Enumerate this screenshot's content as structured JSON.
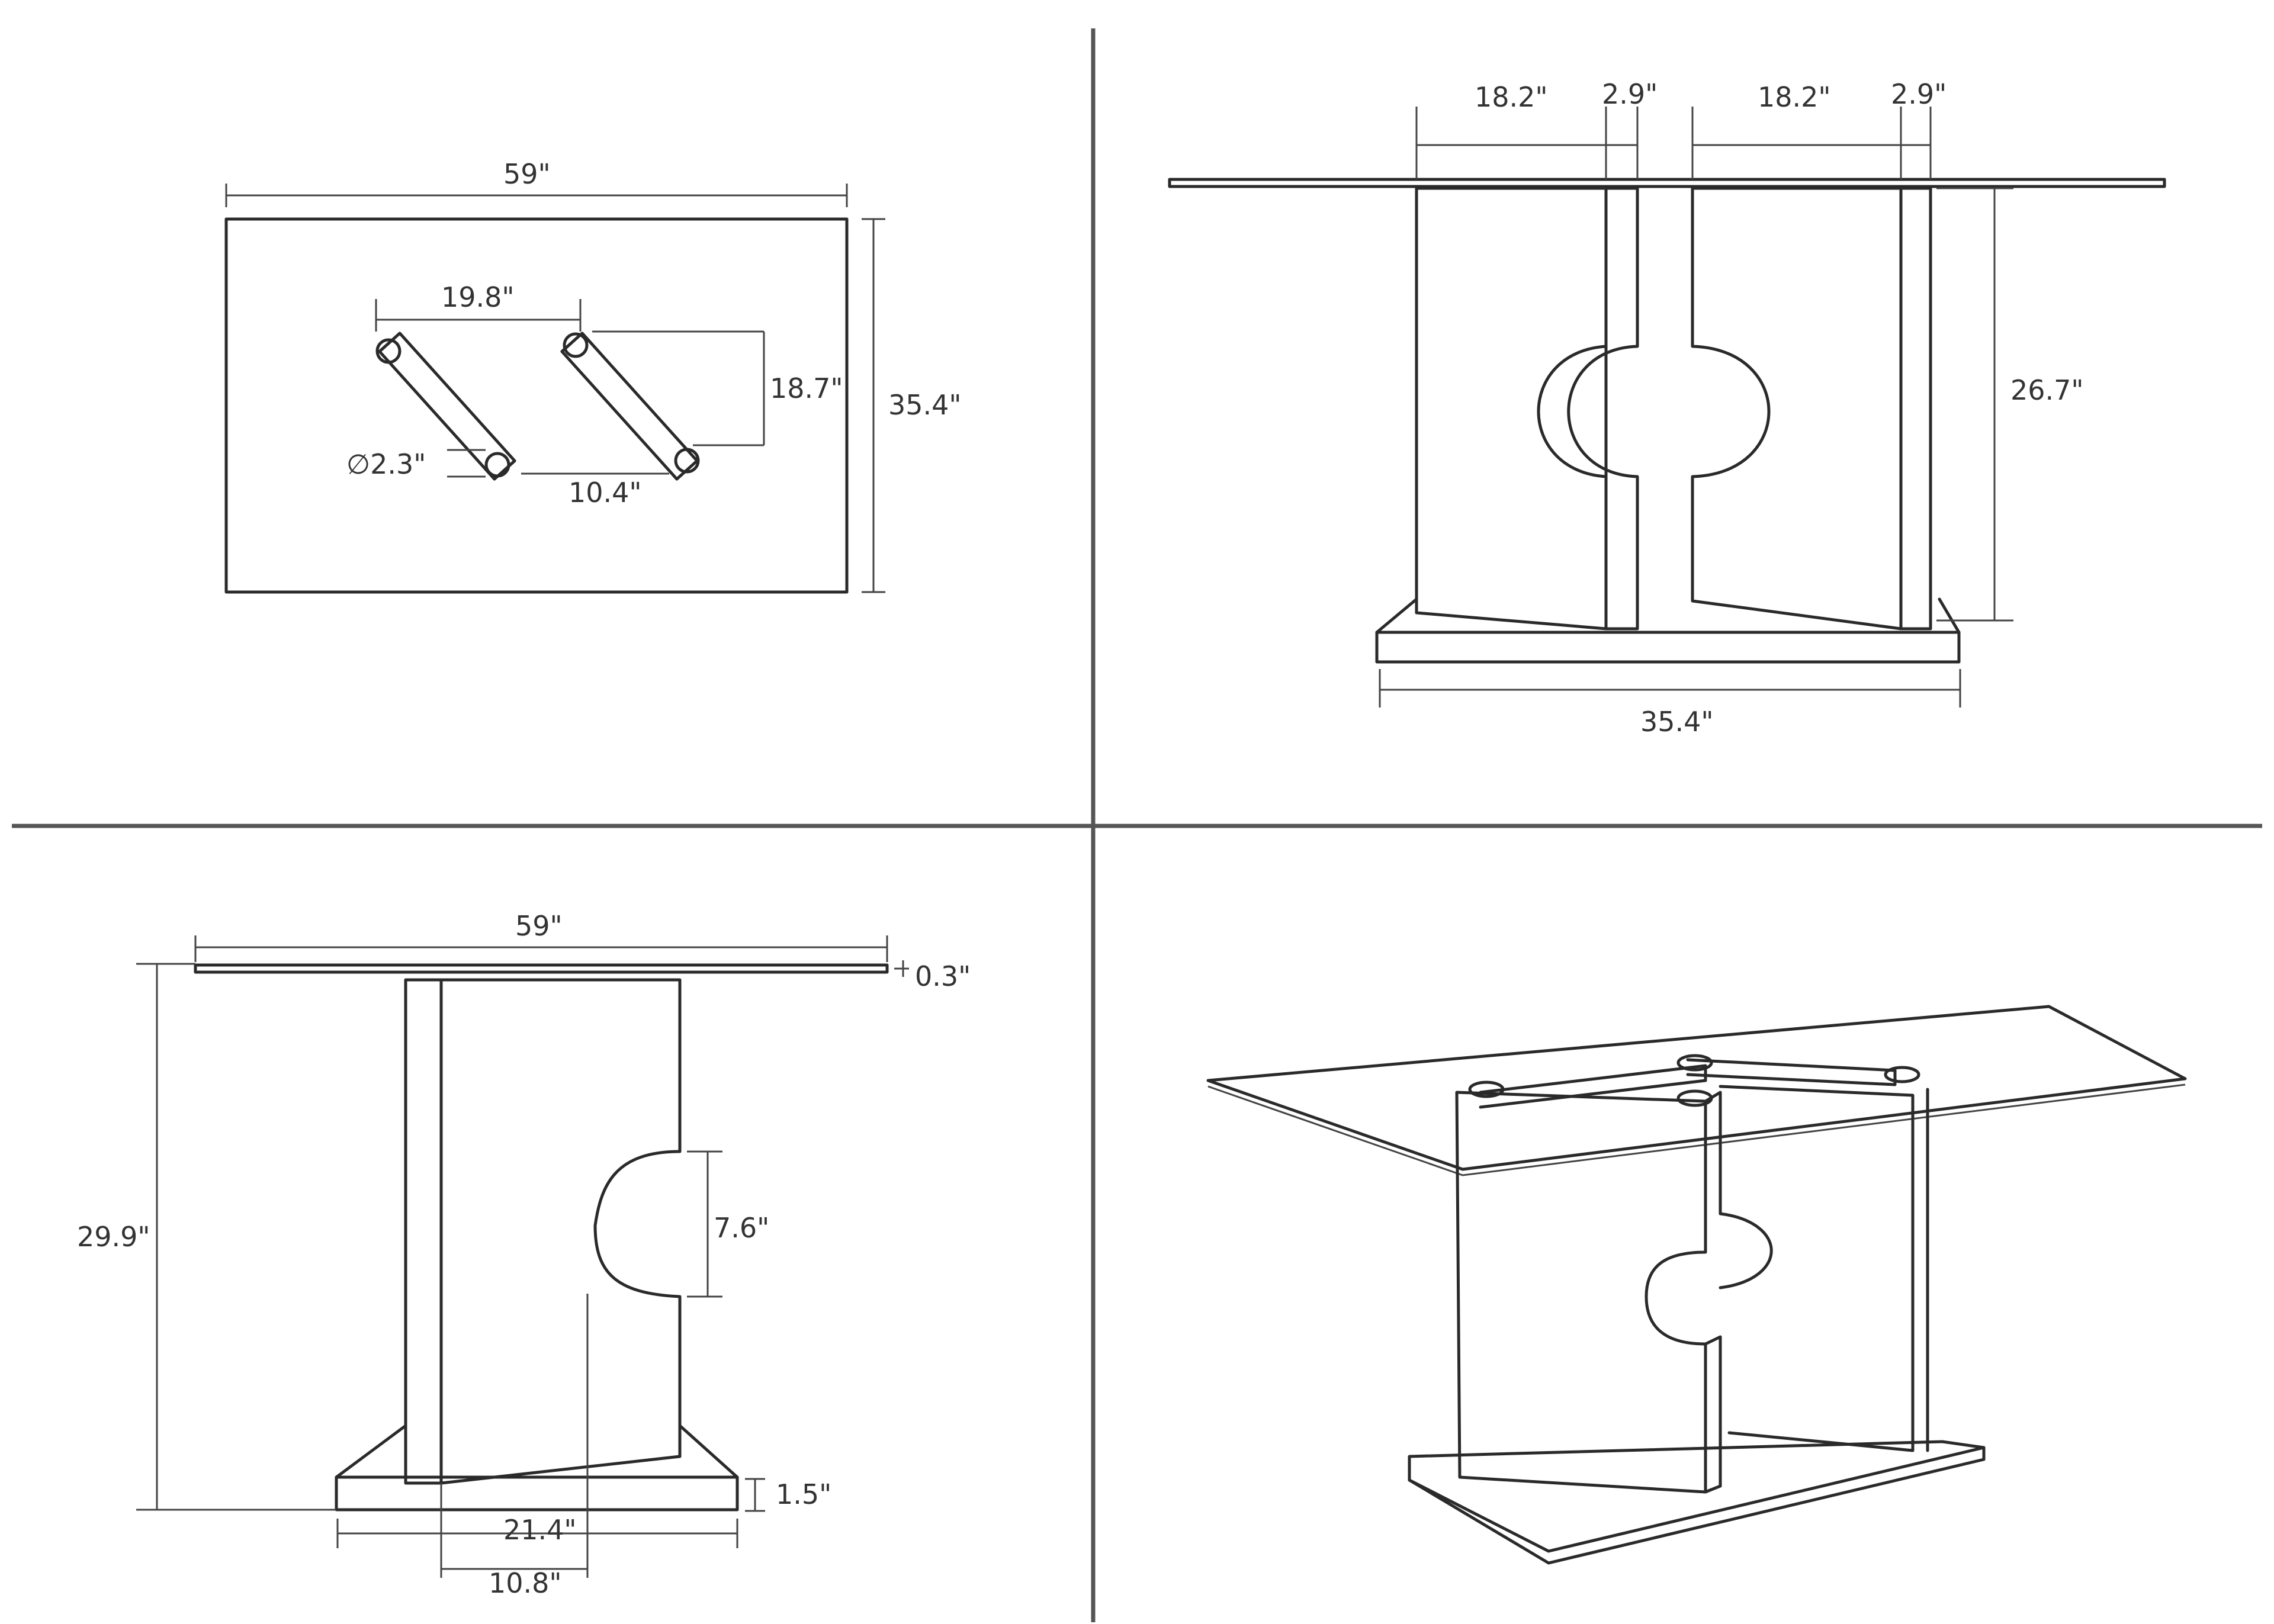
{
  "top_view": {
    "width": "59\"",
    "depth": "35.4\"",
    "leg_spacing": "19.8\"",
    "leg_offset_y": "18.7\"",
    "post_diameter": "∅2.3\"",
    "leg_gap": "10.4\""
  },
  "front_view": {
    "panel_width_left": "18.2\"",
    "panel_thickness_left": "2.9\"",
    "panel_width_right": "18.2\"",
    "panel_thickness_right": "2.9\"",
    "base_height": "26.7\"",
    "base_width": "35.4\""
  },
  "side_view": {
    "top_length": "59\"",
    "glass_thickness": "0.3\"",
    "total_height": "29.9\"",
    "cutout_height": "7.6\"",
    "plinth_height": "1.5\"",
    "plinth_length": "21.4\"",
    "panel_depth": "10.8\""
  }
}
